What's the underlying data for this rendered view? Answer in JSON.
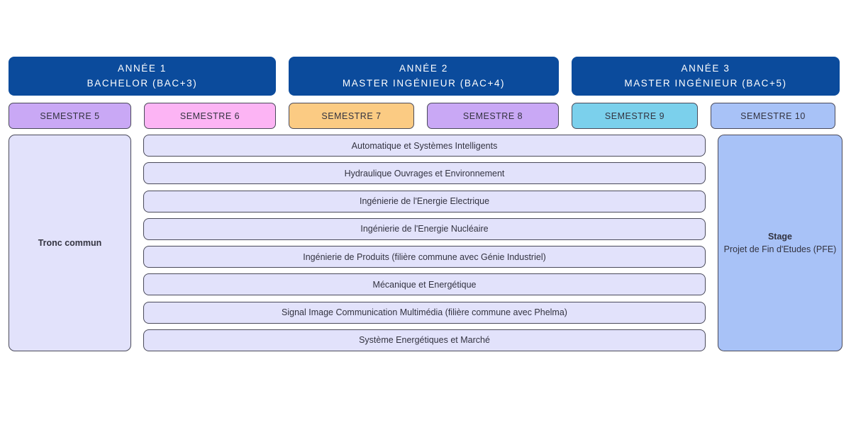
{
  "colors": {
    "year_header_bg": "#0b4b9c",
    "year_header_text": "#ffffff",
    "course_bg": "#e2e2fb",
    "border": "#4a4a5a",
    "text": "#333340",
    "semestre5_bg": "#c9a8f5",
    "semestre6_bg": "#fcb4f4",
    "semestre7_bg": "#fbcb83",
    "semestre8_bg": "#c9a8f5",
    "semestre9_bg": "#7bd0ec",
    "semestre10_bg": "#a8c2f7",
    "stage_bg": "#a8c2f7"
  },
  "years": [
    {
      "line1": "ANNÉE 1",
      "line2": "BACHELOR (BAC+3)"
    },
    {
      "line1": "ANNÉE 2",
      "line2": "MASTER INGÉNIEUR (BAC+4)"
    },
    {
      "line1": "ANNÉE 3",
      "line2": "MASTER INGÉNIEUR (BAC+5)"
    }
  ],
  "semesters": [
    {
      "label": "SEMESTRE 5"
    },
    {
      "label": "SEMESTRE 6"
    },
    {
      "label": "SEMESTRE 7"
    },
    {
      "label": "SEMESTRE 8"
    },
    {
      "label": "SEMESTRE 9"
    },
    {
      "label": "SEMESTRE 10"
    }
  ],
  "left_panel": {
    "title": "Tronc commun"
  },
  "right_panel": {
    "title": "Stage",
    "subtitle": "Projet de Fin d'Etudes (PFE)"
  },
  "courses": [
    {
      "label": "Automatique et Systèmes Intelligents"
    },
    {
      "label": "Hydraulique Ouvrages et Environnement"
    },
    {
      "label": "Ingénierie de l'Energie Electrique"
    },
    {
      "label": "Ingénierie de l'Energie Nucléaire"
    },
    {
      "label": "Ingénierie de Produits (filière commune avec Génie Industriel)"
    },
    {
      "label": "Mécanique et Energétique"
    },
    {
      "label": "Signal Image Communication Multimédia (filière commune avec Phelma)"
    },
    {
      "label": "Système Energétiques et Marché"
    }
  ]
}
